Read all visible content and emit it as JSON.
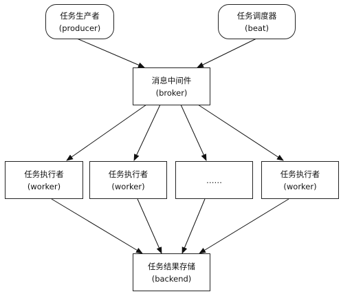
{
  "nodes": {
    "producer": {
      "title": "任务生产者",
      "subtitle": "(producer)"
    },
    "beat": {
      "title": "任务调度器",
      "subtitle": "(beat)"
    },
    "broker": {
      "title": "消息中间件",
      "subtitle": "(broker)"
    },
    "worker1": {
      "title": "任务执行者",
      "subtitle": "(worker)"
    },
    "worker2": {
      "title": "任务执行者",
      "subtitle": "(worker)"
    },
    "ellipsis": {
      "title": "……"
    },
    "worker3": {
      "title": "任务执行者",
      "subtitle": "(worker)"
    },
    "backend": {
      "title": "任务结果存储",
      "subtitle": "(backend)"
    }
  }
}
